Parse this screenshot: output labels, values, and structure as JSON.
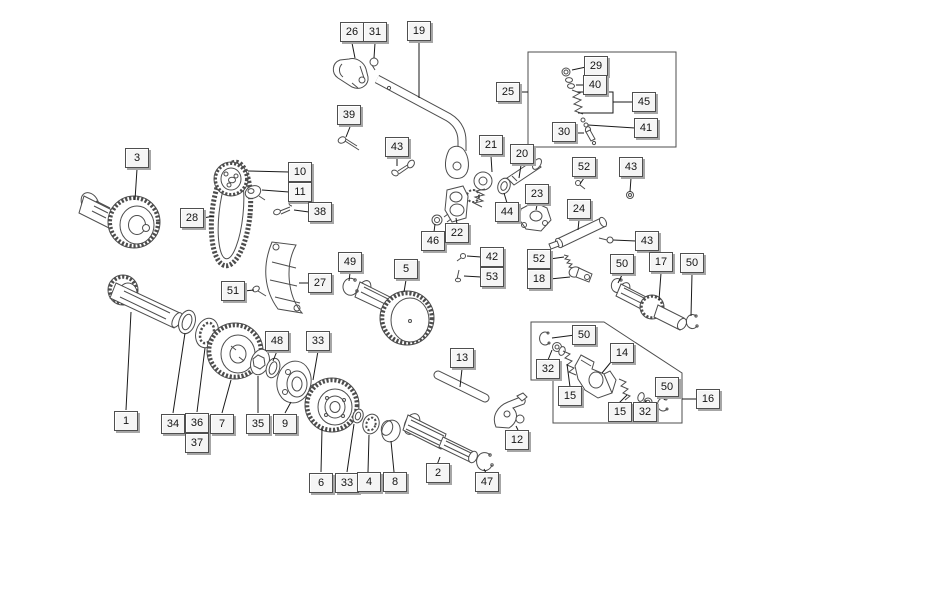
{
  "diagram": {
    "type": "exploded-parts-diagram",
    "background_color": "#ffffff",
    "line_color": "#4d4d4d",
    "leader_line_color": "#1a1a1a",
    "callout_box": {
      "fill": "#f5f5f5",
      "border": "#4f4f4f",
      "shadow": "#a6a6a6",
      "text_color": "#141414"
    },
    "group_boxes": [
      {
        "label": "25",
        "shape": "rectangle"
      },
      {
        "label": "16",
        "shape": "polygon"
      }
    ],
    "callouts": [
      {
        "label": "26"
      },
      {
        "label": "31"
      },
      {
        "label": "19"
      },
      {
        "label": "39"
      },
      {
        "label": "43"
      },
      {
        "label": "25"
      },
      {
        "label": "29"
      },
      {
        "label": "40"
      },
      {
        "label": "45"
      },
      {
        "label": "41"
      },
      {
        "label": "30"
      },
      {
        "label": "3"
      },
      {
        "label": "10"
      },
      {
        "label": "11"
      },
      {
        "label": "28"
      },
      {
        "label": "38"
      },
      {
        "label": "27"
      },
      {
        "label": "51"
      },
      {
        "label": "21"
      },
      {
        "label": "20"
      },
      {
        "label": "44"
      },
      {
        "label": "23"
      },
      {
        "label": "52"
      },
      {
        "label": "43"
      },
      {
        "label": "24"
      },
      {
        "label": "43"
      },
      {
        "label": "46"
      },
      {
        "label": "22"
      },
      {
        "label": "42"
      },
      {
        "label": "53"
      },
      {
        "label": "52"
      },
      {
        "label": "18"
      },
      {
        "label": "50"
      },
      {
        "label": "17"
      },
      {
        "label": "50"
      },
      {
        "label": "49"
      },
      {
        "label": "5"
      },
      {
        "label": "13"
      },
      {
        "label": "50"
      },
      {
        "label": "32"
      },
      {
        "label": "14"
      },
      {
        "label": "15"
      },
      {
        "label": "15"
      },
      {
        "label": "32"
      },
      {
        "label": "50"
      },
      {
        "label": "16"
      },
      {
        "label": "1"
      },
      {
        "label": "34"
      },
      {
        "label": "36"
      },
      {
        "label": "37"
      },
      {
        "label": "7"
      },
      {
        "label": "35"
      },
      {
        "label": "9"
      },
      {
        "label": "48"
      },
      {
        "label": "33"
      },
      {
        "label": "6"
      },
      {
        "label": "33"
      },
      {
        "label": "4"
      },
      {
        "label": "8"
      },
      {
        "label": "2"
      },
      {
        "label": "47"
      },
      {
        "label": "12"
      }
    ]
  }
}
